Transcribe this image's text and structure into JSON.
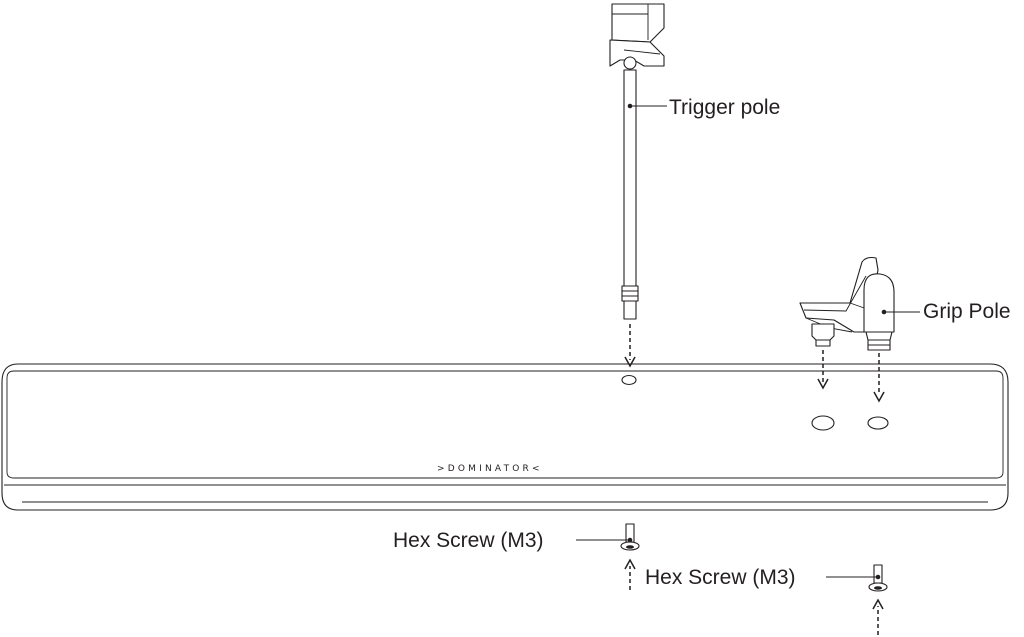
{
  "labels": {
    "trigger_pole": "Trigger pole",
    "grip_pole": "Grip Pole",
    "hex_screw_1": "Hex Screw (M3)",
    "hex_screw_2": "Hex Screw (M3)"
  },
  "base": {
    "brand": ">DOMINATOR<"
  }
}
